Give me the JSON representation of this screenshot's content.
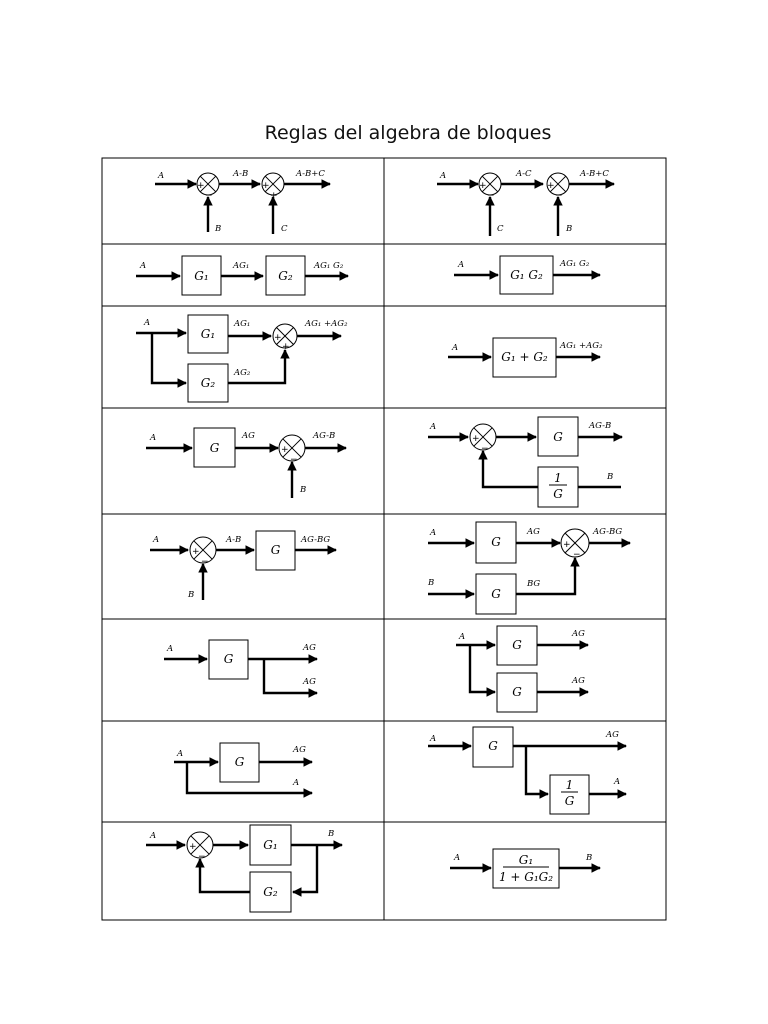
{
  "title": "Reglas del algebra de bloques",
  "labels": {
    "A": "A",
    "B": "B",
    "C": "C",
    "G": "G",
    "AmB": "A-B",
    "AmC": "A-C",
    "AmBpC": "A-B+C",
    "AG": "AG",
    "AGmB": "AG-B",
    "AGmBG": "AG-BG",
    "BG": "BG",
    "G1": "G₁",
    "G2": "G₂",
    "G1G2": "G₁ G₂",
    "G1pG2": "G₁ + G₂",
    "AG1": "AG₁",
    "AG2": "AG₂",
    "AG1G2": "AG₁ G₂",
    "AG1pAG2": "AG₁ +AG₂",
    "one": "1",
    "oneG1G2": "1 + G₁G₂",
    "plus": "+",
    "minus": "−"
  },
  "colors": {
    "line": "#000000",
    "background": "#ffffff"
  }
}
